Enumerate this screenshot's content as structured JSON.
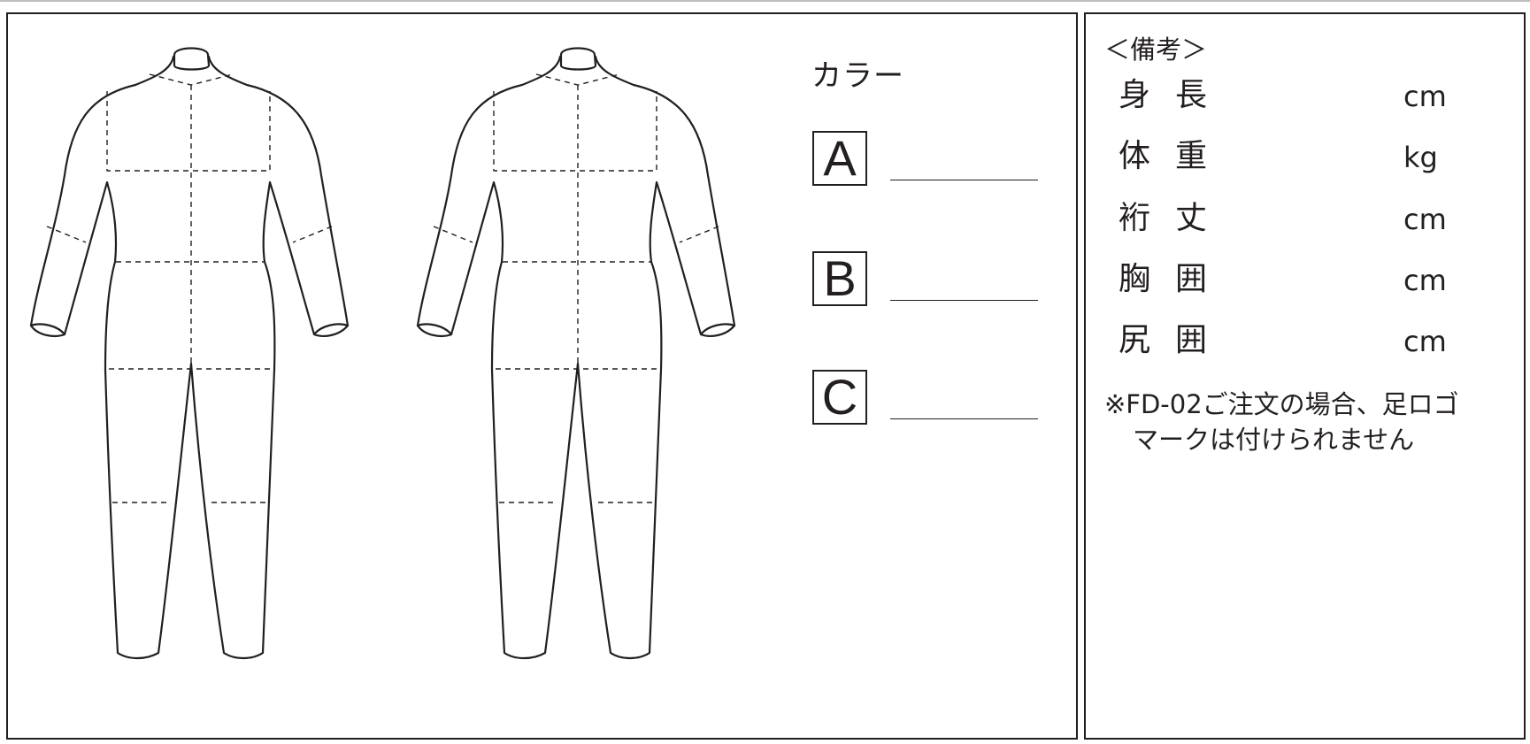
{
  "color_section": {
    "title": "カラー",
    "swatches": [
      {
        "letter": "A"
      },
      {
        "letter": "B"
      },
      {
        "letter": "C"
      }
    ]
  },
  "notes": {
    "heading": "＜備考＞",
    "measurements": [
      {
        "label": "身長",
        "unit": "cm"
      },
      {
        "label": "体重",
        "unit": "kg"
      },
      {
        "label": "裄丈",
        "unit": "cm"
      },
      {
        "label": "胸囲",
        "unit": "cm"
      },
      {
        "label": "尻囲",
        "unit": "cm"
      }
    ],
    "note_line_1": "※FD-02ご注文の場合、足ロゴ",
    "note_line_2": "マークは付けられません"
  }
}
